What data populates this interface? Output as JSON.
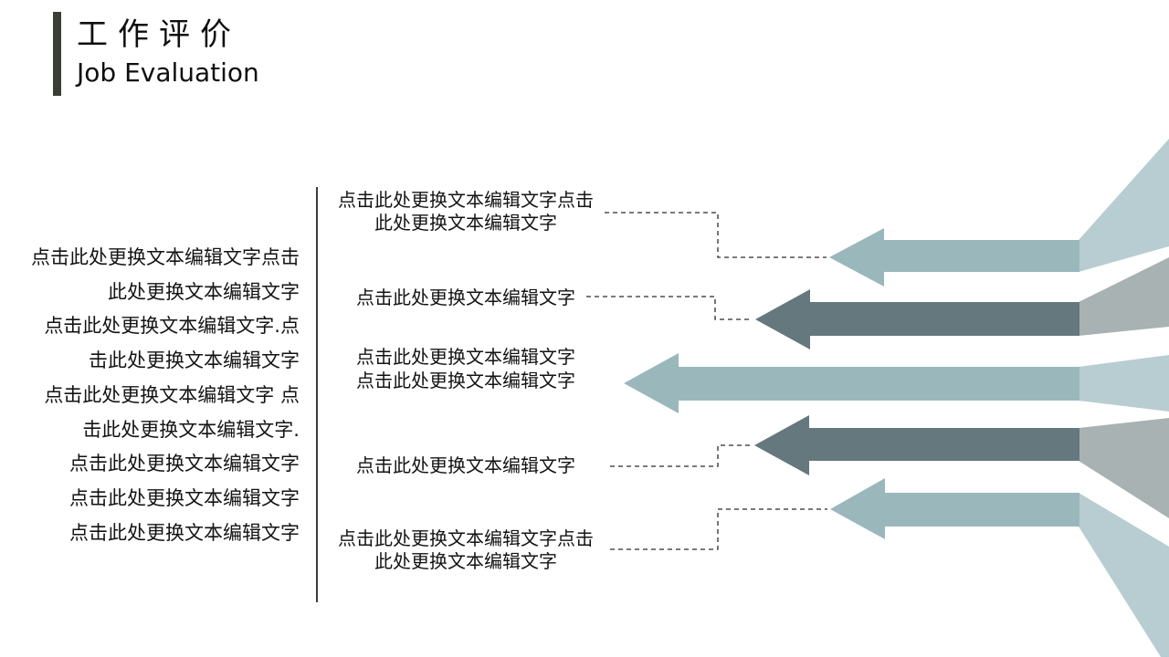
{
  "title": {
    "zh": "工作评价",
    "en": "Job Evaluation"
  },
  "left_paragraph": {
    "lines": [
      "点击此处更换文本编辑文字点击",
      "此处更换文本编辑文字",
      "点击此处更换文本编辑文字.点",
      "击此处更换文本编辑文字",
      "点击此处更换文本编辑文字 点",
      "击此处更换文本编辑文字.",
      "点击此处更换文本编辑文字",
      "点击此处更换文本编辑文字",
      "点击此处更换文本编辑文字"
    ]
  },
  "center_labels": [
    {
      "lines": [
        "点击此处更换文本编辑文字点击",
        "此处更换文本编辑文字"
      ]
    },
    {
      "lines": [
        "点击此处更换文本编辑文字"
      ]
    },
    {
      "lines": [
        "点击此处更换文本编辑文字",
        "点击此处更换文本编辑文字"
      ]
    },
    {
      "lines": [
        "点击此处更换文本编辑文字"
      ]
    },
    {
      "lines": [
        "点击此处更换文本编辑文字点击",
        "此处更换文本编辑文字"
      ]
    }
  ],
  "colors": {
    "arrow_light": "#9ab8bc",
    "arrow_dark": "#64787e",
    "wedge_light": "#b8cdd1",
    "wedge_gray": "#a8b2b2",
    "title_bar": "#3a3e37",
    "connector": "#2b2b2b",
    "text": "#131313"
  }
}
